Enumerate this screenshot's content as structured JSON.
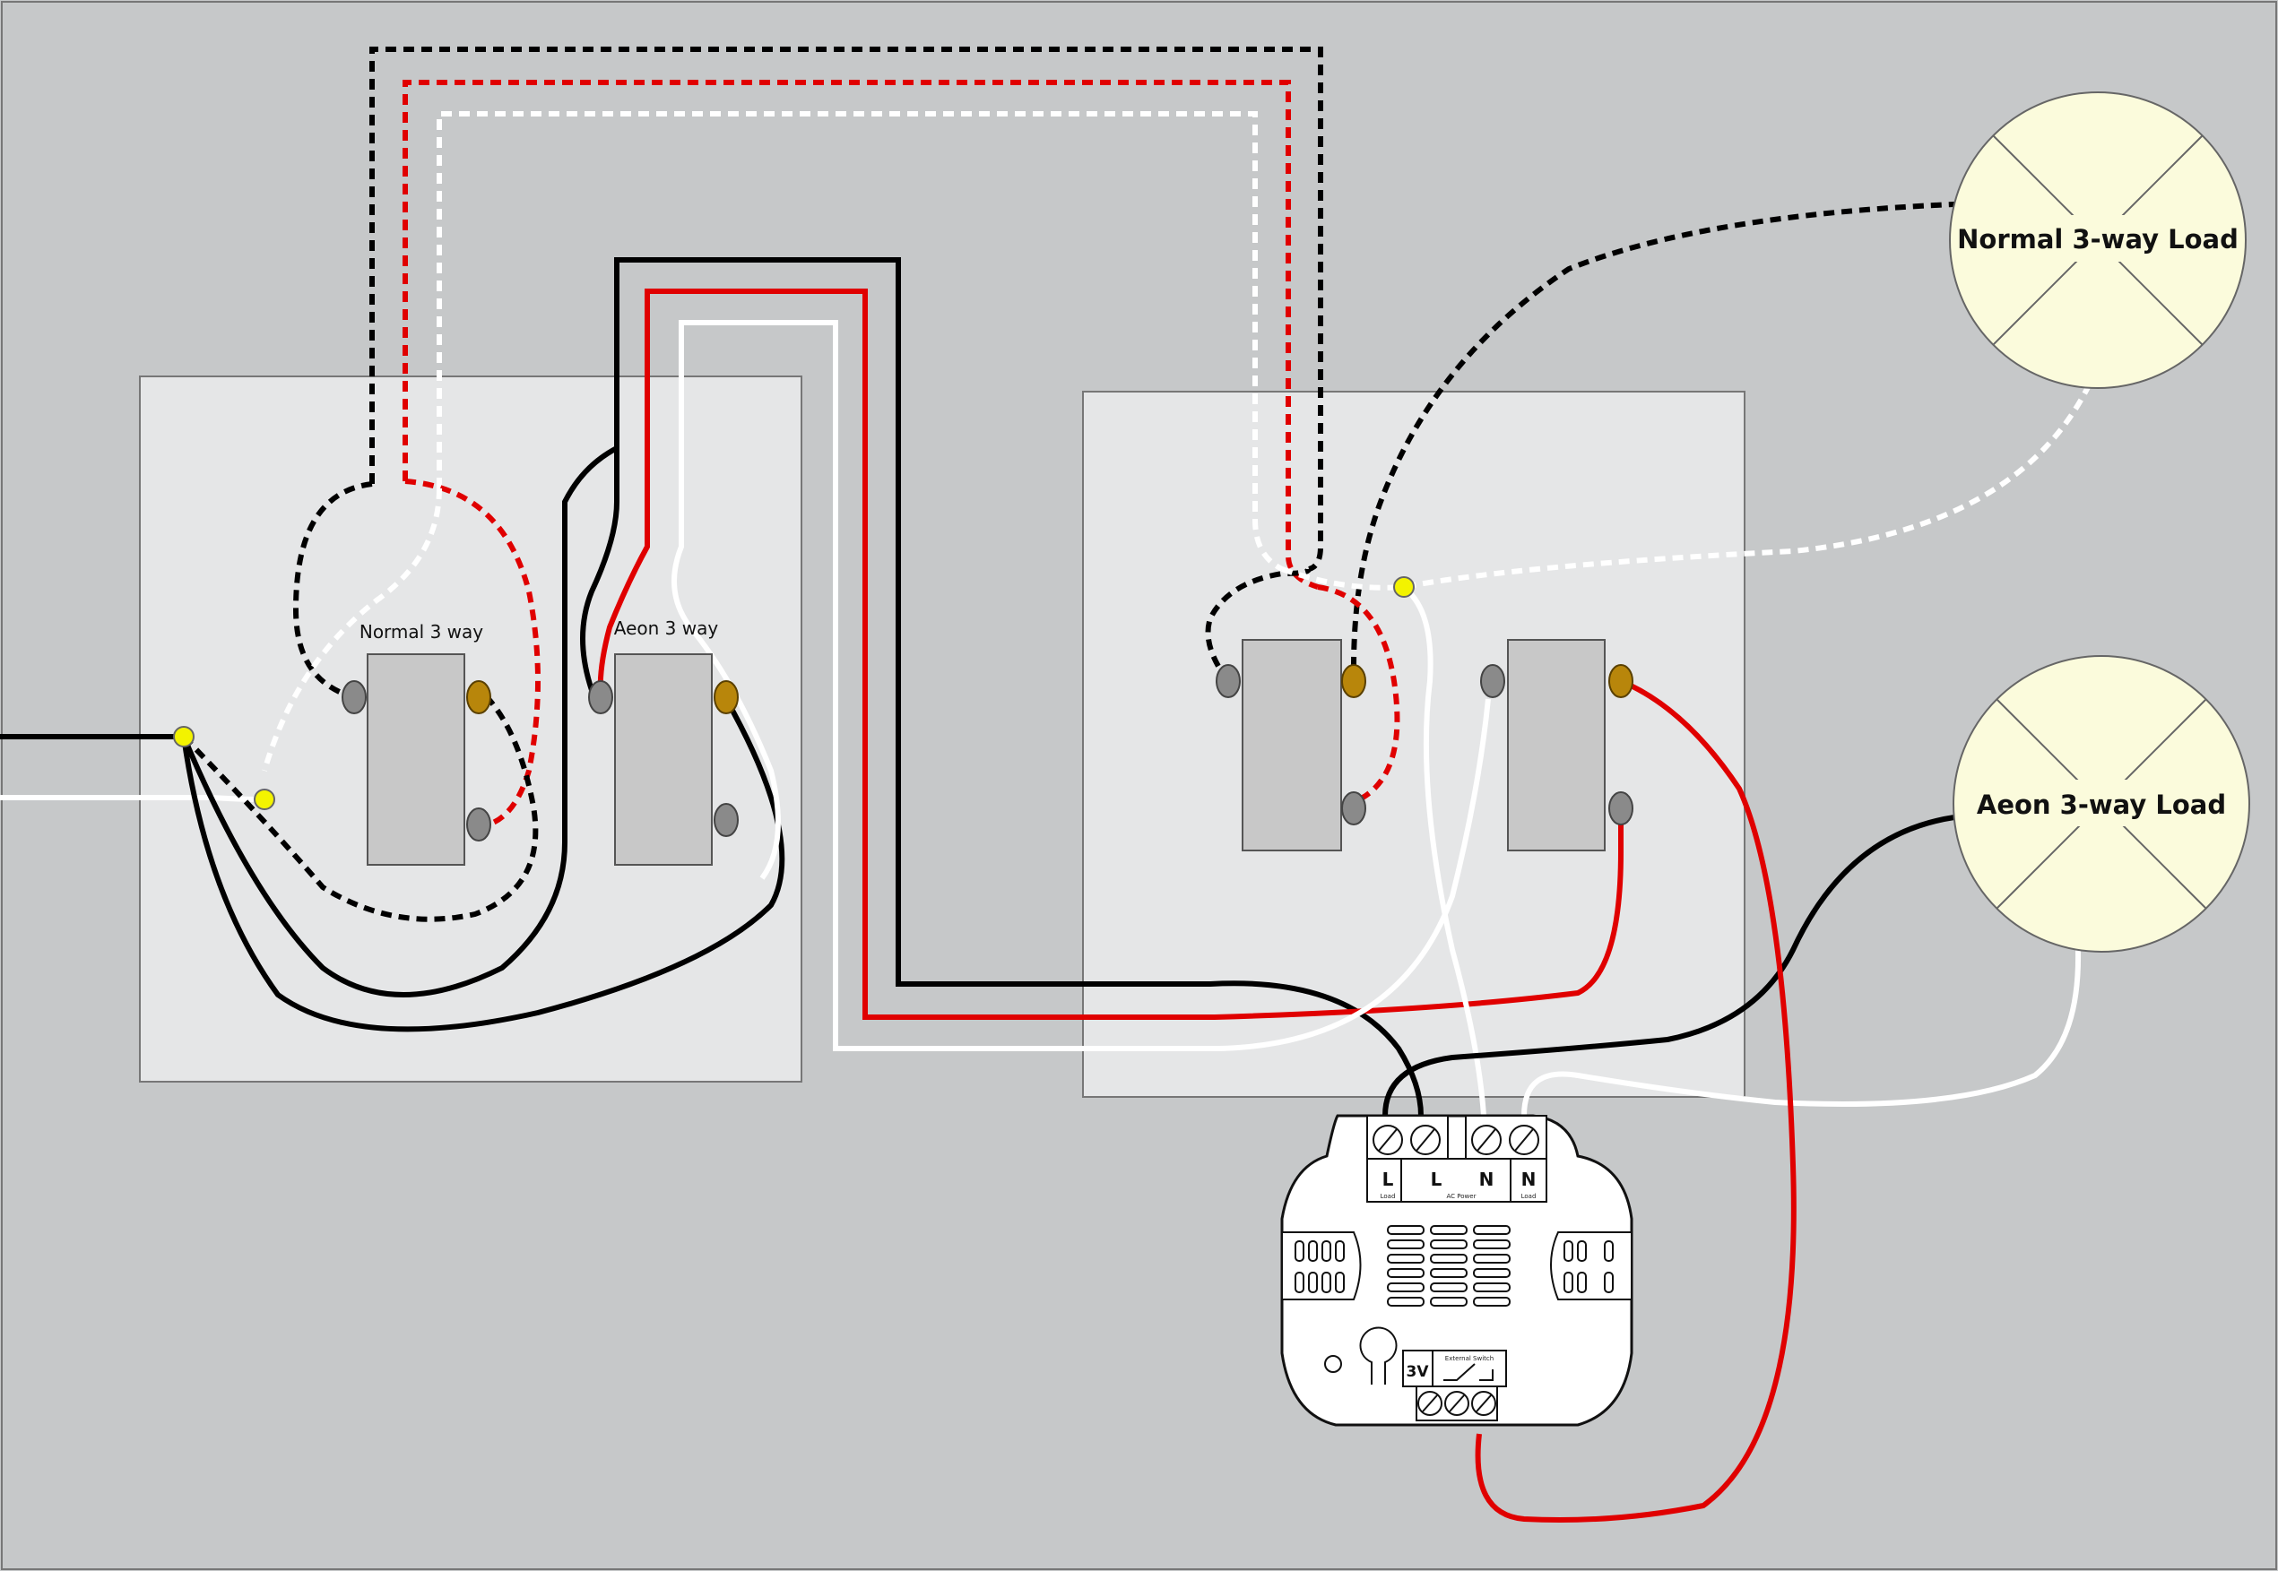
{
  "switches": {
    "left_normal_label": "Normal 3 way",
    "left_aeon_label": "Aeon 3 way"
  },
  "loads": {
    "normal_load_label": "Normal 3-way Load",
    "aeon_load_label": "Aeon 3-way Load"
  },
  "module": {
    "terminal_l_load": "L",
    "terminal_l_power": "L",
    "terminal_n_power": "N",
    "terminal_n_load": "N",
    "sub_load_left": "Load",
    "sub_ac_power": "AC Power",
    "sub_load_right": "Load",
    "battery_label": "3V",
    "external_switch_label": "External Switch"
  },
  "colors": {
    "background": "#c6c8c9",
    "box_fill": "#e5e6e7",
    "switch_fill": "#c8c8c8",
    "hot_wire": "#000000",
    "traveler_wire": "#e00000",
    "neutral_wire": "#ffffff",
    "brass_screw": "#b8860b",
    "silver_screw": "#8a8a8a",
    "wire_nut": "#f3f300",
    "load_fill": "#fbfbdc"
  }
}
